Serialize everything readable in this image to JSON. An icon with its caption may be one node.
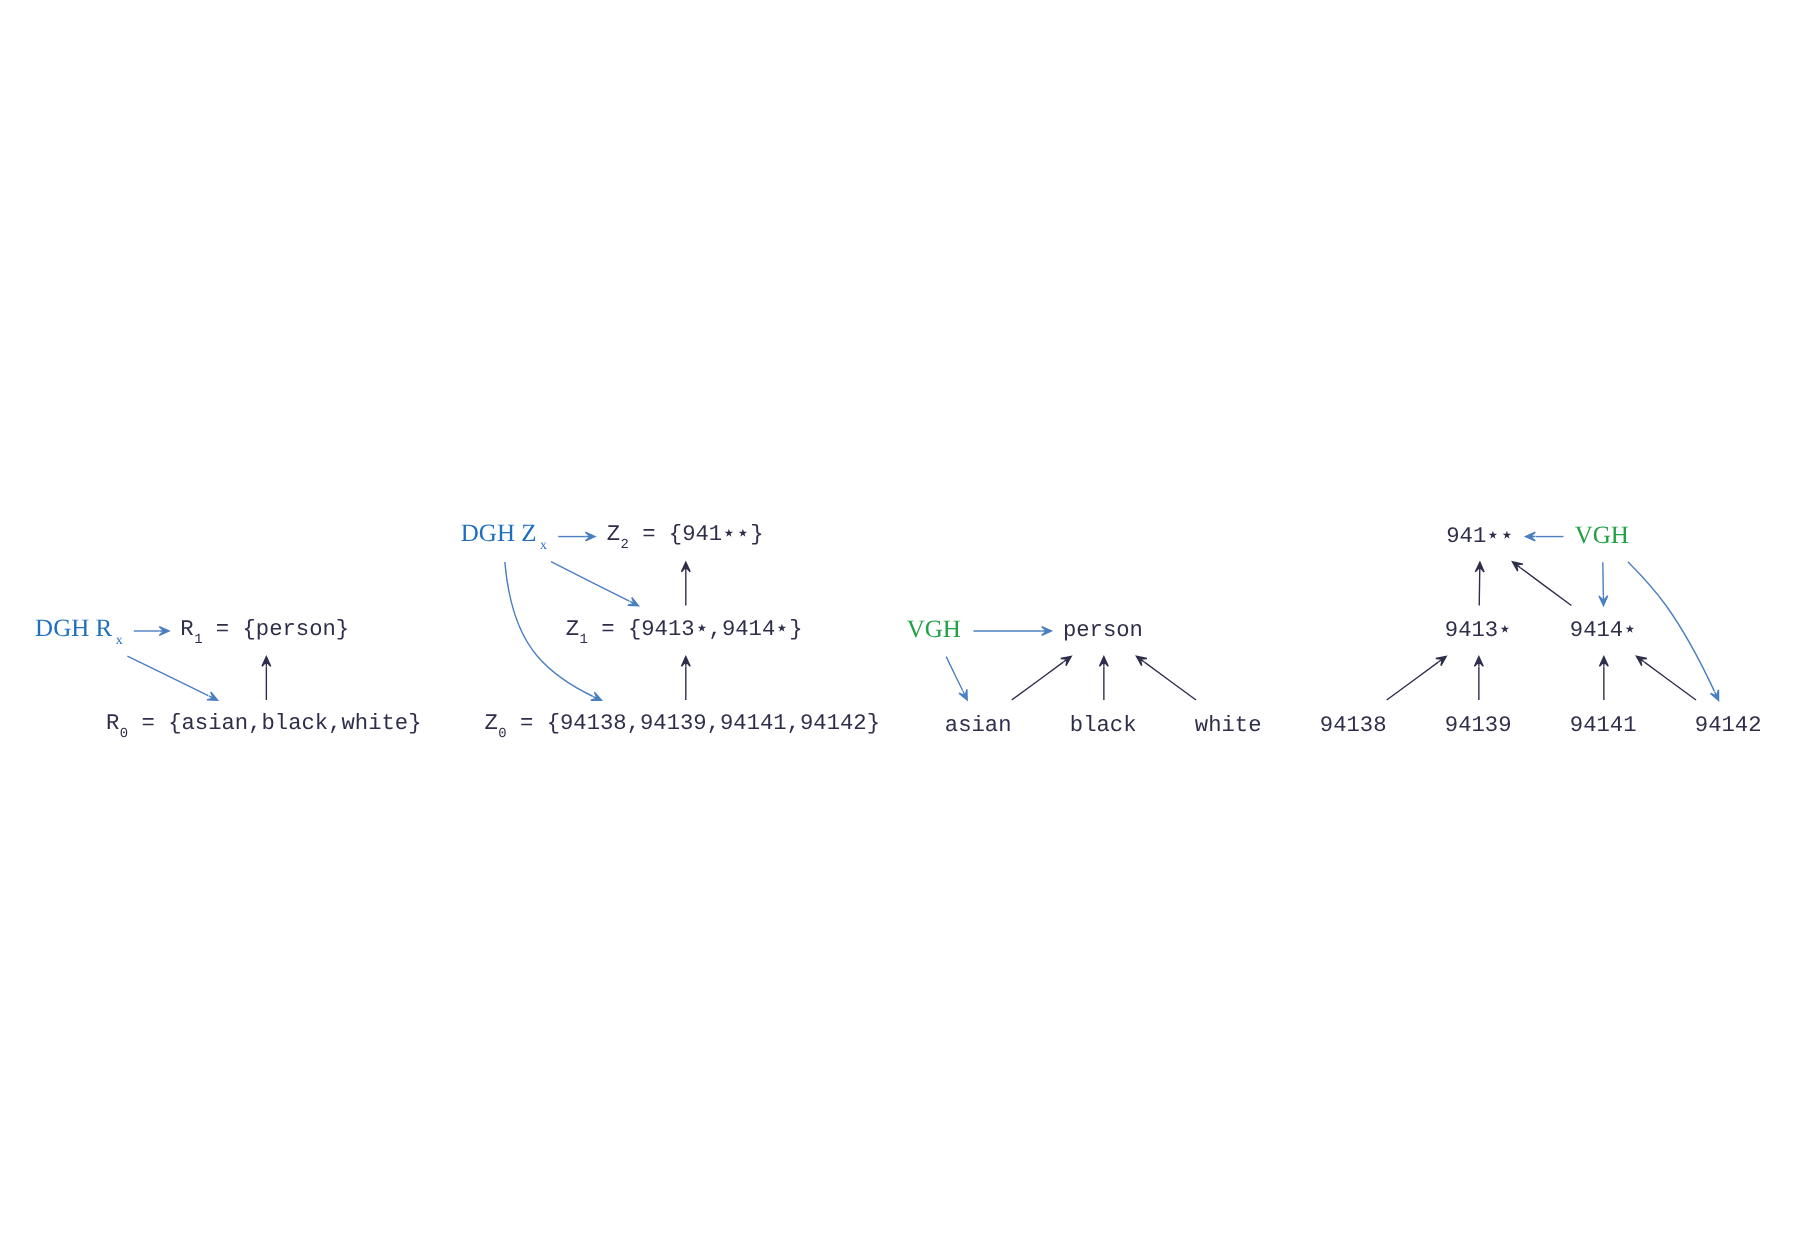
{
  "diagram": {
    "nodes": [
      {
        "text": [
          "DGH R$_{x}$"
        ]
      },
      {
        "text": [
          "R$_{1}$ = {person}"
        ]
      },
      {
        "text": [
          "R$_{0}$ = {asian,black,white}"
        ]
      },
      {
        "text": [
          "DGH Z$_{x}$"
        ]
      },
      {
        "text": [
          "Z$_{2}$ = {941⋆⋆}"
        ]
      },
      {
        "text": [
          "Z$_{1}$ = {9413⋆,9414⋆}"
        ]
      },
      {
        "text": [
          "Z$_{0}$ = {94138,94139,94141,94142}"
        ]
      },
      {
        "text": [
          "VGH"
        ]
      },
      {
        "text": [
          "person"
        ]
      },
      {
        "text": [
          "asian"
        ]
      },
      {
        "text": [
          "black"
        ]
      },
      {
        "text": [
          "white"
        ]
      },
      {
        "text": [
          "VGH"
        ]
      },
      {
        "text": [
          "941⋆⋆"
        ]
      },
      {
        "text": [
          "9413⋆"
        ]
      },
      {
        "text": [
          "9414⋆"
        ]
      },
      {
        "text": [
          "94138"
        ]
      },
      {
        "text": [
          "94139"
        ]
      },
      {
        "text": [
          "94141"
        ]
      },
      {
        "text": [
          "94142"
        ]
      }
    ],
    "edges": [
      {
        "from": 0,
        "to": 1,
        "arrow": "to",
        "color": "#4a7fc1"
      },
      {
        "from": 0,
        "to": 2,
        "arrow": "to",
        "color": "#4a7fc1"
      },
      {
        "from": 2,
        "to": 1,
        "arrow": "to"
      },
      {
        "from": 3,
        "to": 4,
        "arrow": "to",
        "color": "#4a7fc1"
      },
      {
        "from": 3,
        "to": 5,
        "arrow": "to",
        "color": "#4a7fc1"
      },
      {
        "from": 3,
        "to": 6,
        "arrow": "to",
        "color": "#4a7fc1"
      },
      {
        "from": 6,
        "to": 5,
        "arrow": "to"
      },
      {
        "from": 5,
        "to": 4,
        "arrow": "to"
      },
      {
        "from": 7,
        "to": 8,
        "arrow": "to",
        "color": "#4a7fc1"
      },
      {
        "from": 7,
        "to": 9,
        "arrow": "to",
        "color": "#4a7fc1"
      },
      {
        "from": 9,
        "to": 8,
        "arrow": "to"
      },
      {
        "from": 10,
        "to": 8,
        "arrow": "to"
      },
      {
        "from": 11,
        "to": 8,
        "arrow": "to"
      },
      {
        "from": 12,
        "to": 13,
        "arrow": "to",
        "color": "#4a7fc1"
      },
      {
        "from": 12,
        "to": 15,
        "arrow": "to",
        "color": "#4a7fc1"
      },
      {
        "from": 12,
        "to": 19,
        "arrow": "to",
        "color": "#4a7fc1"
      },
      {
        "from": 14,
        "to": 13,
        "arrow": "to"
      },
      {
        "from": 15,
        "to": 13,
        "arrow": "to"
      },
      {
        "from": 16,
        "to": 14,
        "arrow": "to"
      },
      {
        "from": 17,
        "to": 14,
        "arrow": "to"
      },
      {
        "from": 18,
        "to": 15,
        "arrow": "to"
      },
      {
        "from": 19,
        "to": 15,
        "arrow": "to"
      }
    ]
  }
}
